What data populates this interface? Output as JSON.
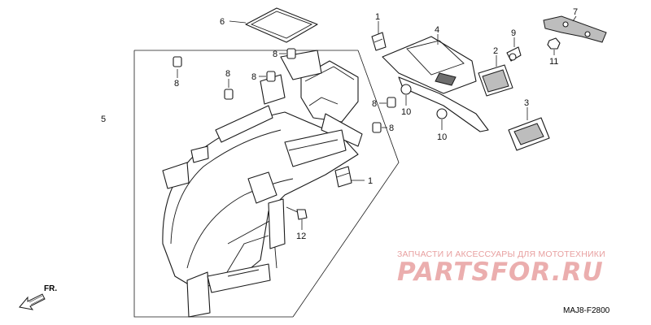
{
  "callouts": [
    {
      "id": "callout-1a",
      "label": "1"
    },
    {
      "id": "callout-1b",
      "label": "1"
    },
    {
      "id": "callout-2",
      "label": "2"
    },
    {
      "id": "callout-3",
      "label": "3"
    },
    {
      "id": "callout-4",
      "label": "4"
    },
    {
      "id": "callout-5",
      "label": "5"
    },
    {
      "id": "callout-6",
      "label": "6"
    },
    {
      "id": "callout-7",
      "label": "7"
    },
    {
      "id": "callout-8a",
      "label": "8"
    },
    {
      "id": "callout-8b",
      "label": "8"
    },
    {
      "id": "callout-8c",
      "label": "8"
    },
    {
      "id": "callout-8d",
      "label": "8"
    },
    {
      "id": "callout-8e",
      "label": "8"
    },
    {
      "id": "callout-8f",
      "label": "8"
    },
    {
      "id": "callout-9",
      "label": "9"
    },
    {
      "id": "callout-10a",
      "label": "10"
    },
    {
      "id": "callout-10b",
      "label": "10"
    },
    {
      "id": "callout-11",
      "label": "11"
    },
    {
      "id": "callout-12",
      "label": "12"
    }
  ],
  "watermark": {
    "caption": "ЗАПЧАСТИ И АКСЕССУАРЫ ДЛЯ МОТОТЕХНИКИ",
    "brand": "PARTSFOR.RU",
    "color": "#e8a0a0"
  },
  "direction_label": "FR.",
  "figure_code": "MAJ8-F2800",
  "colors": {
    "line": "#1a1a1a",
    "watermark": "#e8a0a0"
  }
}
